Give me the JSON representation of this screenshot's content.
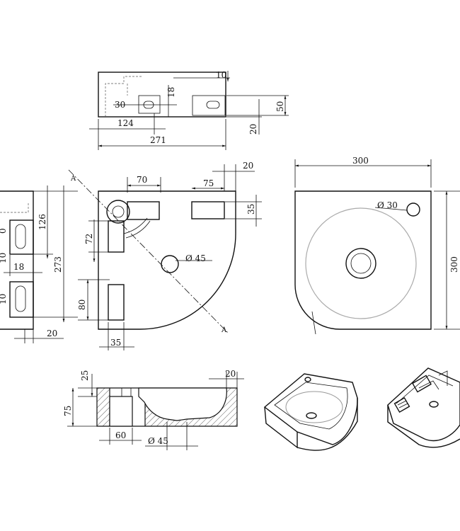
{
  "top_view": {
    "dims": {
      "d10": "10",
      "d18": "18",
      "d30": "30",
      "d50": "50",
      "d20": "20",
      "d124": "124",
      "d271": "271"
    }
  },
  "plan_view": {
    "dims": {
      "d70": "70",
      "d75": "75",
      "d20": "20",
      "d35r": "35",
      "d72": "72",
      "d45": "Ø 45",
      "d80": "80",
      "d35b": "35"
    },
    "section_marks": [
      "A",
      "A"
    ]
  },
  "side_view": {
    "dims": {
      "d126": "126",
      "d273": "273",
      "d18": "18",
      "d20": "20",
      "p1": "0",
      "p2": "10",
      "p3": "10"
    }
  },
  "front_view": {
    "dims": {
      "d300w": "300",
      "d300h": "300",
      "d30": "Ø 30"
    }
  },
  "section_view": {
    "dims": {
      "d25": "25",
      "d75": "75",
      "d20": "20",
      "d60": "60",
      "d45": "Ø 45"
    }
  },
  "iso_views": [
    "basin-isometric-top",
    "basin-isometric-bottom"
  ]
}
